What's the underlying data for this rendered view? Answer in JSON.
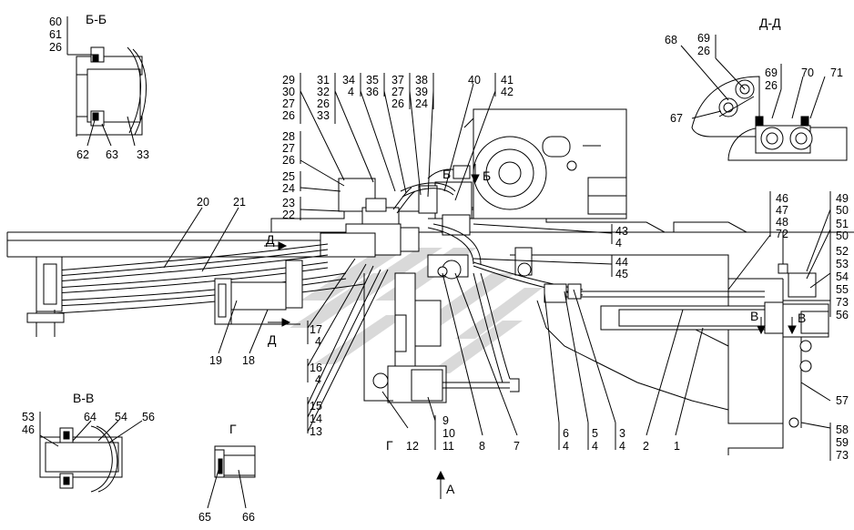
{
  "section_titles": {
    "bb": "Б-Б",
    "dd": "Д-Д",
    "vv": "В-В",
    "g": "Г"
  },
  "view_labels": {
    "a": "А",
    "d_left": "Д",
    "d_lower": "Д",
    "b_top_left": "Б",
    "b_top_right": "Б",
    "v_left": "В",
    "v_right": "В",
    "g_lower": "Г"
  },
  "callouts": {
    "s60": "60",
    "s61": "61",
    "s26a": "26",
    "s62": "62",
    "s63": "63",
    "s33a": "33",
    "s68": "68",
    "s69a": "69",
    "s26b": "26",
    "s67": "67",
    "s69b": "69",
    "s26c": "26",
    "s70": "70",
    "s71": "71",
    "s53": "53",
    "s46a": "46",
    "s64": "64",
    "s54a": "54",
    "s56a": "56",
    "s65": "65",
    "s66": "66",
    "s29": "29",
    "s30": "30",
    "s27a": "27",
    "s26d": "26",
    "s31": "31",
    "s32": "32",
    "s26e": "26",
    "s33b": "33",
    "s34": "34",
    "s4a": "4",
    "s35": "35",
    "s36": "36",
    "s37": "37",
    "s27b": "27",
    "s26f": "26",
    "s38": "38",
    "s39": "39",
    "s24a": "24",
    "s40": "40",
    "s41": "41",
    "s42": "42",
    "s28": "28",
    "s27c": "27",
    "s26g": "26",
    "s25": "25",
    "s24b": "24",
    "s23": "23",
    "s22": "22",
    "s20": "20",
    "s21": "21",
    "s46b": "46",
    "s47": "47",
    "s48": "48",
    "s72a": "72",
    "s49": "49",
    "s50a": "50",
    "s51": "51",
    "s50b": "50",
    "s52": "52",
    "s53b": "53",
    "s54b": "54",
    "s55": "55",
    "s73a": "73",
    "s56b": "56",
    "s43": "43",
    "s4b": "4",
    "s44": "44",
    "s45": "45",
    "s19": "19",
    "s18": "18",
    "s17": "17",
    "s4c": "4",
    "s16": "16",
    "s4d": "4",
    "s15": "15",
    "s14": "14",
    "s13": "13",
    "s12": "12",
    "s9": "9",
    "s10": "10",
    "s11": "11",
    "s8": "8",
    "s7": "7",
    "s6": "6",
    "s4e": "4",
    "s5": "5",
    "s4f": "4",
    "s3": "3",
    "s4g": "4",
    "s2": "2",
    "s1": "1",
    "s57": "57",
    "s58": "58",
    "s59": "59",
    "s73b": "73"
  }
}
